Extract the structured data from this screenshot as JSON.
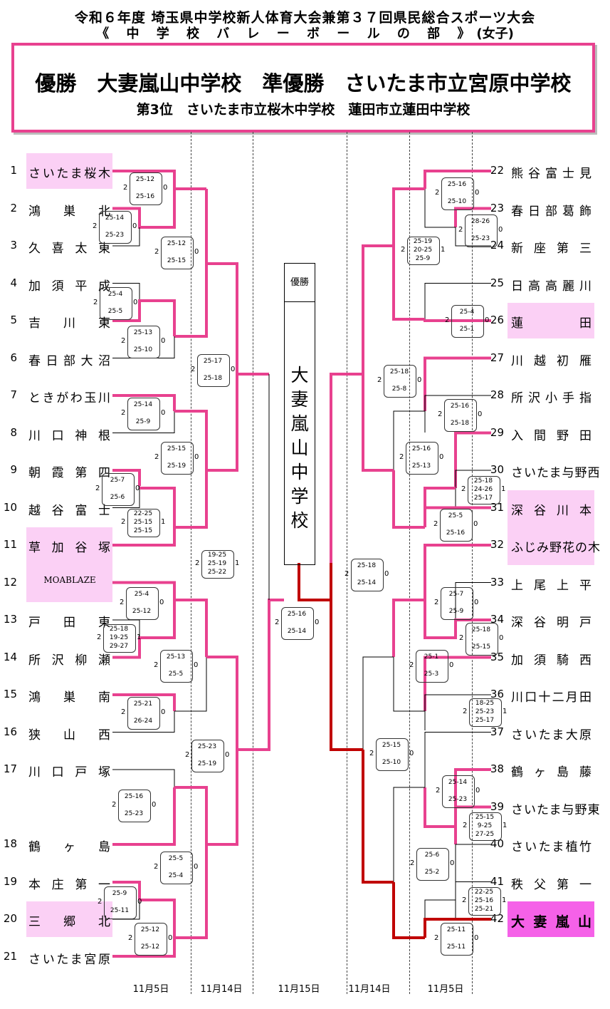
{
  "header": {
    "line1": "令和６年度 埼玉県中学校新人体育大会兼第３７回県民総合スポーツ大会",
    "line2": "《 中 学 校 バ レ ー ボ ー ル の 部 》",
    "line2_suffix": "(女子)"
  },
  "results": {
    "line1": "優勝　大妻嵐山中学校　準優勝　さいたま市立宮原中学校",
    "line2": "第3位　さいたま市立桜木中学校　蓮田市立蓮田中学校"
  },
  "champion": {
    "title": "優勝",
    "name": "大妻嵐山中学校"
  },
  "dates": [
    "11月5日",
    "11月14日",
    "11月15日",
    "11月14日",
    "11月5日"
  ],
  "colors": {
    "win": "#e8418f",
    "final": "#c00000",
    "highlight": "#fbd0f5",
    "champion_highlight": "#f561e8"
  },
  "teams": [
    {
      "seed": "1",
      "name": "さいたま桜木"
    },
    {
      "seed": "2",
      "name": "鴻巣北"
    },
    {
      "seed": "3",
      "name": "久喜太東"
    },
    {
      "seed": "4",
      "name": "加須平成"
    },
    {
      "seed": "5",
      "name": "吉川東"
    },
    {
      "seed": "6",
      "name": "春日部大沼"
    },
    {
      "seed": "7",
      "name": "ときがわ玉川"
    },
    {
      "seed": "8",
      "name": "川口神根"
    },
    {
      "seed": "9",
      "name": "朝霞第四"
    },
    {
      "seed": "10",
      "name": "越谷富士"
    },
    {
      "seed": "11",
      "name": "草加谷塚"
    },
    {
      "seed": "12",
      "name": "MOABLAZE"
    },
    {
      "seed": "13",
      "name": "戸田東"
    },
    {
      "seed": "14",
      "name": "所沢柳瀬"
    },
    {
      "seed": "15",
      "name": "鴻巣南"
    },
    {
      "seed": "16",
      "name": "狭山西"
    },
    {
      "seed": "17",
      "name": "川口戸塚"
    },
    {
      "seed": "18",
      "name": "鶴ヶ島"
    },
    {
      "seed": "19",
      "name": "本庄第一"
    },
    {
      "seed": "20",
      "name": "三郷北"
    },
    {
      "seed": "21",
      "name": "さいたま宮原"
    },
    {
      "seed": "22",
      "name": "熊谷富士見"
    },
    {
      "seed": "23",
      "name": "春日部葛飾"
    },
    {
      "seed": "24",
      "name": "新座第三"
    },
    {
      "seed": "25",
      "name": "日高高麗川"
    },
    {
      "seed": "26",
      "name": "蓮田"
    },
    {
      "seed": "27",
      "name": "川越初雁"
    },
    {
      "seed": "28",
      "name": "所沢小手指"
    },
    {
      "seed": "29",
      "name": "入間野田"
    },
    {
      "seed": "30",
      "name": "さいたま与野西"
    },
    {
      "seed": "31",
      "name": "深谷川本"
    },
    {
      "seed": "32",
      "name": "ふじみ野花の木"
    },
    {
      "seed": "33",
      "name": "上尾上平"
    },
    {
      "seed": "34",
      "name": "深谷明戸"
    },
    {
      "seed": "35",
      "name": "加須騎西"
    },
    {
      "seed": "36",
      "name": "川口十二月田"
    },
    {
      "seed": "37",
      "name": "さいたま大原"
    },
    {
      "seed": "38",
      "name": "鶴ヶ島藤"
    },
    {
      "seed": "39",
      "name": "さいたま与野東"
    },
    {
      "seed": "40",
      "name": "さいたま植竹"
    },
    {
      "seed": "41",
      "name": "秩父第一"
    },
    {
      "seed": "42",
      "name": "大妻嵐山"
    }
  ],
  "scores": [
    {
      "g1": "2",
      "g2": "0",
      "sets": [
        "25-12",
        "25-16"
      ]
    },
    {
      "g1": "2",
      "g2": "0",
      "sets": [
        "25-14",
        "25-23"
      ]
    },
    {
      "g1": "2",
      "g2": "0",
      "sets": [
        "25-12",
        "25-15"
      ]
    },
    {
      "g1": "2",
      "g2": "0",
      "sets": [
        "25-4",
        "25-5"
      ]
    },
    {
      "g1": "2",
      "g2": "0",
      "sets": [
        "25-13",
        "25-10"
      ]
    },
    {
      "g1": "2",
      "g2": "0",
      "sets": [
        "25-17",
        "25-18"
      ]
    },
    {
      "g1": "2",
      "g2": "0",
      "sets": [
        "25-14",
        "25-9"
      ]
    },
    {
      "g1": "2",
      "g2": "0",
      "sets": [
        "25-15",
        "25-19"
      ]
    },
    {
      "g1": "2",
      "g2": "0",
      "sets": [
        "25-7",
        "25-6"
      ]
    },
    {
      "g1": "2",
      "g2": "1",
      "sets": [
        "22-25",
        "25-15",
        "25-15"
      ]
    },
    {
      "g1": "2",
      "g2": "1",
      "sets": [
        "19-25",
        "25-19",
        "25-22"
      ]
    },
    {
      "g1": "2",
      "g2": "0",
      "sets": [
        "25-4",
        "25-12"
      ]
    },
    {
      "g1": "2",
      "g2": "1",
      "sets": [
        "25-18",
        "19-25",
        "29-27"
      ]
    },
    {
      "g1": "2",
      "g2": "0",
      "sets": [
        "25-13",
        "25-5"
      ]
    },
    {
      "g1": "2",
      "g2": "0",
      "sets": [
        "25-21",
        "26-24"
      ]
    },
    {
      "g1": "2",
      "g2": "0",
      "sets": [
        "25-23",
        "25-19"
      ]
    },
    {
      "g1": "2",
      "g2": "0",
      "sets": [
        "25-16",
        "25-23"
      ]
    },
    {
      "g1": "2",
      "g2": "0",
      "sets": [
        "25-5",
        "25-4"
      ]
    },
    {
      "g1": "2",
      "g2": "0",
      "sets": [
        "25-9",
        "25-11"
      ]
    },
    {
      "g1": "2",
      "g2": "0",
      "sets": [
        "25-12",
        "25-12"
      ]
    },
    {
      "g1": "2",
      "g2": "0",
      "sets": [
        "25-16",
        "25-14"
      ]
    },
    {
      "g1": "2",
      "g2": "0",
      "sets": [
        "25-16",
        "25-10"
      ]
    },
    {
      "g1": "2",
      "g2": "0",
      "sets": [
        "28-26",
        "25-23"
      ]
    },
    {
      "g1": "2",
      "g2": "1",
      "sets": [
        "25-19",
        "20-25",
        "25-9"
      ]
    },
    {
      "g1": "2",
      "g2": "0",
      "sets": [
        "25-4",
        "25-1"
      ]
    },
    {
      "g1": "2",
      "g2": "0",
      "sets": [
        "25-18",
        "25-8"
      ]
    },
    {
      "g1": "2",
      "g2": "0",
      "sets": [
        "25-16",
        "25-18"
      ]
    },
    {
      "g1": "2",
      "g2": "0",
      "sets": [
        "25-16",
        "25-13"
      ]
    },
    {
      "g1": "2",
      "g2": "1",
      "sets": [
        "25-18",
        "24-26",
        "25-17"
      ]
    },
    {
      "g1": "2",
      "g2": "0",
      "sets": [
        "25-5",
        "25-16"
      ]
    },
    {
      "g1": "2",
      "g2": "0",
      "sets": [
        "25-18",
        "25-14"
      ]
    },
    {
      "g1": "2",
      "g2": "0",
      "sets": [
        "25-7",
        "25-9"
      ]
    },
    {
      "g1": "2",
      "g2": "0",
      "sets": [
        "25-18",
        "25-15"
      ]
    },
    {
      "g1": "2",
      "g2": "0",
      "sets": [
        "25-1",
        "25-3"
      ]
    },
    {
      "g1": "2",
      "g2": "1",
      "sets": [
        "18-25",
        "25-23",
        "25-17"
      ]
    },
    {
      "g1": "2",
      "g2": "0",
      "sets": [
        "25-15",
        "25-10"
      ]
    },
    {
      "g1": "2",
      "g2": "0",
      "sets": [
        "25-14",
        "25-23"
      ]
    },
    {
      "g1": "2",
      "g2": "1",
      "sets": [
        "25-15",
        "9-25",
        "27-25"
      ]
    },
    {
      "g1": "2",
      "g2": "0",
      "sets": [
        "25-6",
        "25-2"
      ]
    },
    {
      "g1": "2",
      "g2": "1",
      "sets": [
        "22-25",
        "25-16",
        "25-21"
      ]
    },
    {
      "g1": "2",
      "g2": "0",
      "sets": [
        "25-11",
        "25-11"
      ]
    }
  ]
}
